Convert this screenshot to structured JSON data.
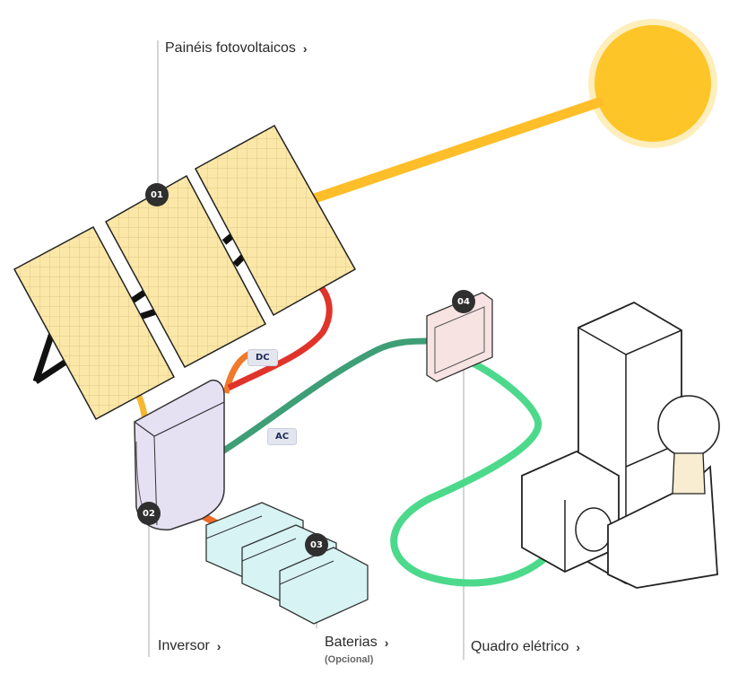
{
  "labels": {
    "panels": "Painéis fotovoltaicos",
    "inverter": "Inversor",
    "batteries": "Baterias",
    "batteries_sub": "(Opcional)",
    "switchboard": "Quadro elétrico"
  },
  "badges": {
    "b1": "01",
    "b2": "02",
    "b3": "03",
    "b4": "04"
  },
  "tags": {
    "dc": "DC",
    "ac": "AC"
  },
  "icons": {
    "chevron": "›"
  },
  "colors": {
    "sun": "#fdc528",
    "panel": "#fbe7a7",
    "dc_cable": "#e8542a",
    "ac_cable": "#4cd98b",
    "inverter": "#e6e0f3",
    "battery": "#d7f3f4",
    "switchboard": "#f8e3e3"
  }
}
